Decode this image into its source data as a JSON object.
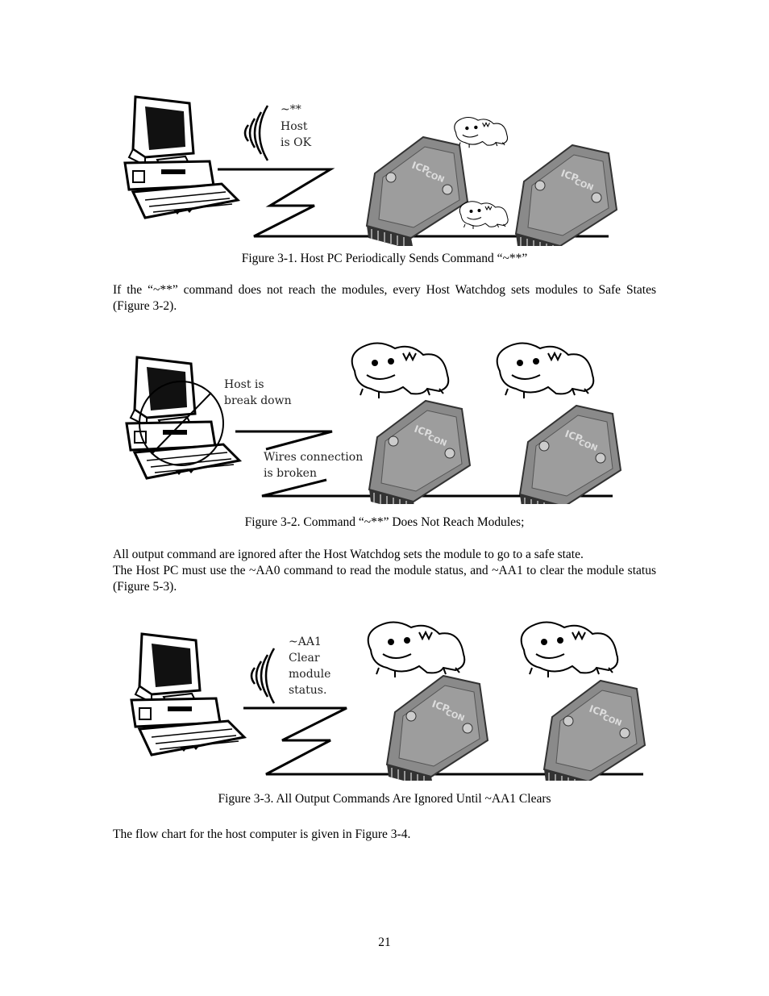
{
  "figure1": {
    "labels": [
      "~**",
      "Host",
      "is OK"
    ],
    "brand": "ICP CON",
    "caption": "Figure 3-1. Host PC Periodically Sends Command “~**”"
  },
  "para1": "If the “~**” command does not reach the modules, every Host Watchdog sets modules to Safe States (Figure 3-2).",
  "figure2": {
    "host_labels": [
      "Host is",
      "break down"
    ],
    "wire_labels": [
      "Wires connection",
      "is broken"
    ],
    "brand": "ICP CON",
    "caption": "Figure 3-2. Command “~**” Does Not Reach Modules;"
  },
  "para2_line1": "All output command are ignored after the Host Watchdog sets the module to go to a safe state.",
  "para2_line2": "The Host PC must use the ~AA0 command to read the module status, and ~AA1 to clear the module status (Figure 5-3).",
  "figure3": {
    "labels": [
      "~AA1",
      "Clear",
      "module",
      "status."
    ],
    "brand": "ICP CON",
    "caption": "Figure 3-3. All Output Commands Are Ignored Until ~AA1 Clears"
  },
  "para3": "The flow chart for the host computer is given in Figure 3-4.",
  "page_number": "21"
}
